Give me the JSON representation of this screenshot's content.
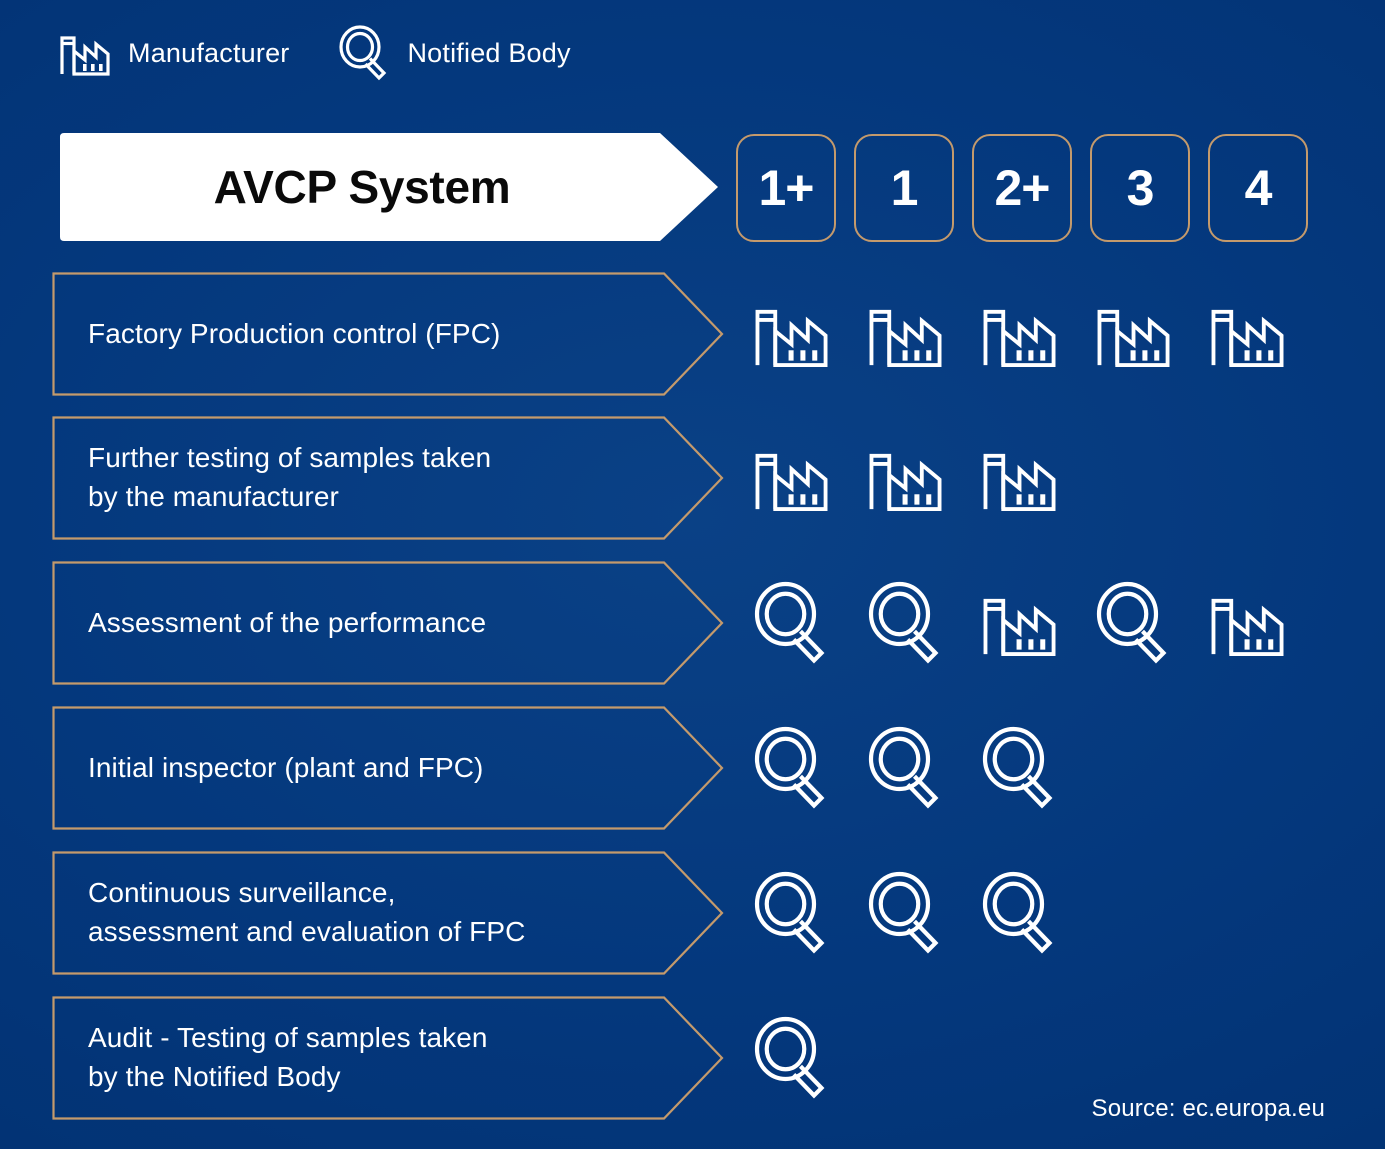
{
  "legend": {
    "items": [
      {
        "icon": "factory-icon",
        "label": "Manufacturer"
      },
      {
        "icon": "magnifier-icon",
        "label": "Notified Body"
      }
    ]
  },
  "header": {
    "title": "AVCP System",
    "systems": [
      "1+",
      "1",
      "2+",
      "3",
      "4"
    ]
  },
  "rows": [
    {
      "label_line1": "Factory Production control (FPC)",
      "label_line2": "",
      "icons": [
        "factory-icon",
        "factory-icon",
        "factory-icon",
        "factory-icon",
        "factory-icon"
      ]
    },
    {
      "label_line1": "Further testing of samples taken",
      "label_line2": "by the manufacturer",
      "icons": [
        "factory-icon",
        "factory-icon",
        "factory-icon"
      ]
    },
    {
      "label_line1": "Assessment of the performance",
      "label_line2": "",
      "icons": [
        "magnifier-icon",
        "magnifier-icon",
        "factory-icon",
        "magnifier-icon",
        "factory-icon"
      ]
    },
    {
      "label_line1": "Initial inspector  (plant and FPC)",
      "label_line2": "",
      "icons": [
        "magnifier-icon",
        "magnifier-icon",
        "magnifier-icon"
      ]
    },
    {
      "label_line1": "Continuous surveillance,",
      "label_line2": "assessment and evaluation of FPC",
      "icons": [
        "magnifier-icon",
        "magnifier-icon",
        "magnifier-icon"
      ]
    },
    {
      "label_line1": "Audit - Testing of samples taken",
      "label_line2": "by the Notified Body",
      "icons": [
        "magnifier-icon"
      ]
    }
  ],
  "footer": {
    "source": "Source: ec.europa.eu"
  },
  "colors": {
    "background": "#03377c",
    "gold_border": "#c49a6c",
    "banner_fill": "#ffffff",
    "text": "#ffffff",
    "title_text": "#0a0a0a"
  }
}
